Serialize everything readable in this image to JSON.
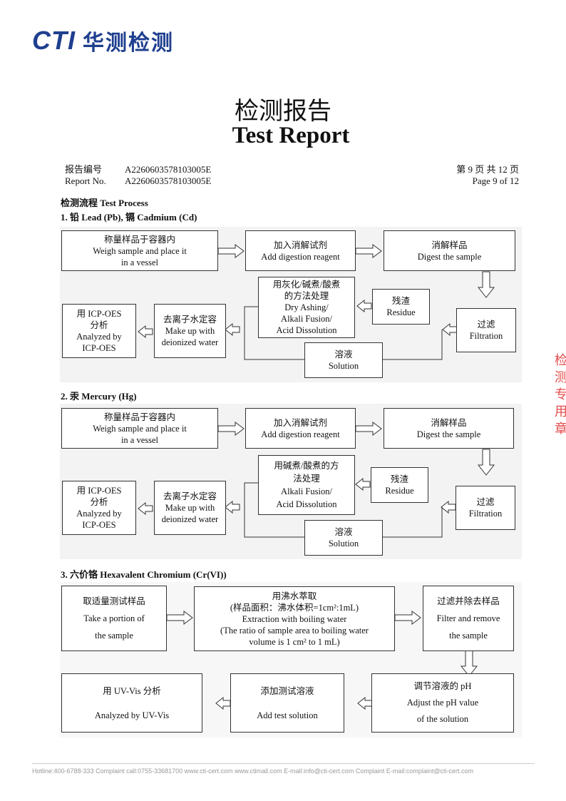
{
  "header": {
    "logo_latin": "CTI",
    "logo_cn": "华测检测"
  },
  "title": {
    "cn": "检测报告",
    "en": "Test Report"
  },
  "meta": {
    "report_no_label_cn": "报告编号",
    "report_no_label_en": "Report No.",
    "report_no": "A2260603578103005E",
    "page_cn": "第 9 页  共 12 页",
    "page_en": "Page 9 of 12"
  },
  "process_title": "检测流程 Test Process",
  "sections": {
    "s1": "1.  铅 Lead (Pb),  镉 Cadmium (Cd)",
    "s2": "2.  汞 Mercury (Hg)",
    "s3": "3.  六价铬 Hexavalent Chromium (Cr(VI))"
  },
  "d1": {
    "weigh": [
      "称量样品于容器内",
      "Weigh sample and place it",
      "in a vessel"
    ],
    "add": [
      "加入消解试剂",
      "Add digestion reagent"
    ],
    "digest": [
      "消解样品",
      "Digest the sample"
    ],
    "treat": [
      "用灰化/碱煮/酸煮",
      "的方法处理",
      "Dry Ashing/",
      "Alkali Fusion/",
      "Acid Dissolution"
    ],
    "residue": [
      "残渣",
      "Residue"
    ],
    "filter": [
      "过滤",
      "Filtration"
    ],
    "solution": [
      "溶液",
      "Solution"
    ],
    "makeup": [
      "去离子水定容",
      "Make up with",
      "deionized water"
    ],
    "icp": [
      "用 ICP-OES",
      "分析",
      "Analyzed by",
      "ICP-OES"
    ]
  },
  "d2": {
    "weigh": [
      "称量样品于容器内",
      "Weigh sample and place it",
      "in a vessel"
    ],
    "add": [
      "加入消解试剂",
      "Add digestion reagent"
    ],
    "digest": [
      "消解样品",
      "Digest the sample"
    ],
    "treat": [
      "用碱煮/酸煮的方",
      "法处理",
      "Alkali Fusion/",
      "Acid Dissolution"
    ],
    "residue": [
      "残渣",
      "Residue"
    ],
    "filter": [
      "过滤",
      "Filtration"
    ],
    "solution": [
      "溶液",
      "Solution"
    ],
    "makeup": [
      "去离子水定容",
      "Make up with",
      "deionized water"
    ],
    "icp": [
      "用 ICP-OES",
      "分析",
      "Analyzed by",
      "ICP-OES"
    ]
  },
  "d3": {
    "take": [
      "取适量测试样品",
      "Take a portion of",
      "the sample"
    ],
    "extract": [
      "用沸水萃取",
      "(样品面积：沸水体积=1cm²:1mL)",
      "Extraction with boiling water",
      "(The ratio of sample area to boiling water",
      "volume is 1 cm² to 1 mL)"
    ],
    "filter": [
      "过滤并除去样品",
      "Filter and remove",
      "the sample"
    ],
    "adjust": [
      "调节溶液的 pH",
      "Adjust the pH value",
      "of the solution"
    ],
    "add": [
      "添加测试溶液",
      "Add test solution"
    ],
    "uv": [
      "用 UV-Vis 分析",
      "Analyzed by UV-Vis"
    ]
  },
  "footer": "Hotline:400-6788-333   Complaint call:0755-33681700   www.cti-cert.com   www.ctimall.com   E-mail:info@cti-cert.com   Complaint E-mail:complaint@cti-cert.com",
  "side_stamp": "检测专用章"
}
